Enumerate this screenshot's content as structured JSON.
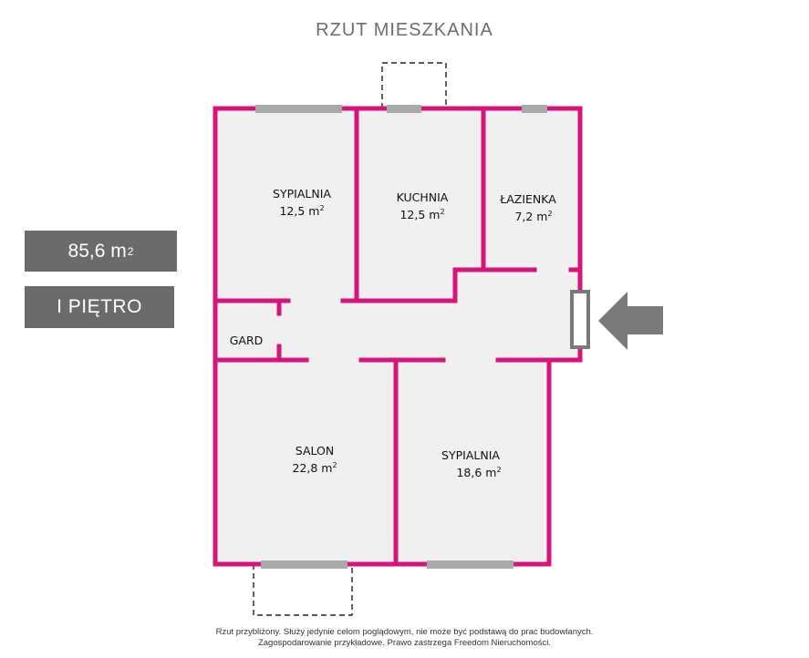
{
  "title": "RZUT MIESZKANIA",
  "area_badge": {
    "value": "85,6 m",
    "unit_sup": "2"
  },
  "floor_badge": {
    "label": "I PIĘTRO"
  },
  "colors": {
    "wall": "#d6157a",
    "floor": "#f0f0f0",
    "window": "#a9a9a9",
    "badge": "#6d6b6a",
    "arrow": "#7a7a7a"
  },
  "rooms": {
    "bedroom1": {
      "name": "SYPIALNIA",
      "area": "12,5 m",
      "sup": "2"
    },
    "kitchen": {
      "name": "KUCHNIA",
      "area": "12,5 m",
      "sup": "2"
    },
    "bathroom": {
      "name": "ŁAZIENKA",
      "area": "7,2 m",
      "sup": "2"
    },
    "wardrobe": {
      "name": "GARD"
    },
    "living_room": {
      "name": "SALON",
      "area": "22,8 m",
      "sup": "2"
    },
    "bedroom2": {
      "name": "SYPIALNIA",
      "area": "18,6 m",
      "sup": "2"
    }
  },
  "footer": {
    "line1": "Rzut przybliżony. Służy jedynie celom poglądowym, nie może być podstawą do prac budowlanych.",
    "line2": "Zagospodarowanie przykładowe. Prawo zastrzega Freedom Nieruchomości."
  },
  "icons": {
    "entrance": "entrance-arrow-icon"
  }
}
